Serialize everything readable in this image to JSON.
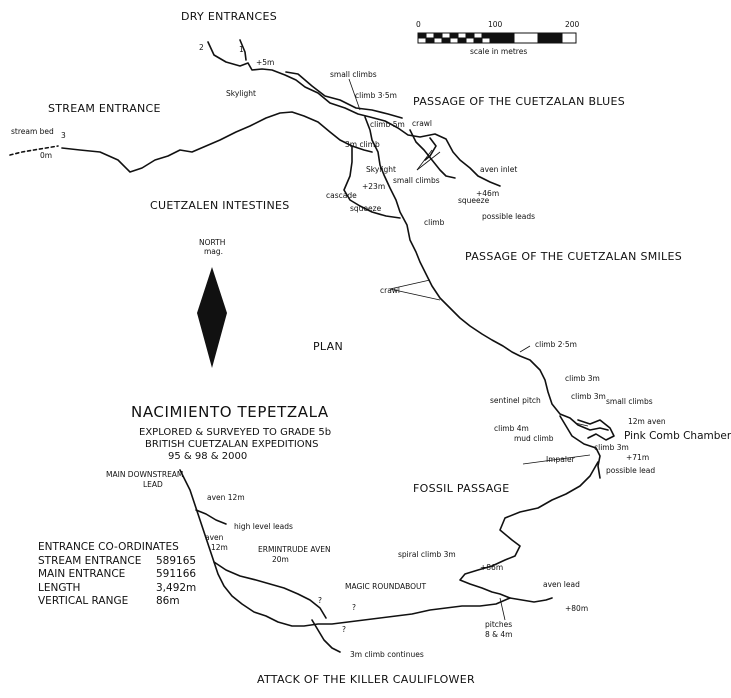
{
  "map": {
    "title": "NACIMIENTO TEPETZALA",
    "subtitle_lines": [
      "EXPLORED & SURVEYED TO GRADE 5b",
      "BRITISH CUETZALAN EXPEDITIONS",
      "95 & 98 & 2000"
    ],
    "plan_label": "PLAN",
    "north_label_1": "NORTH",
    "north_label_2": "mag.",
    "scale": {
      "ticks": [
        "0",
        "100",
        "200"
      ],
      "caption": "scale in metres"
    }
  },
  "coordinates": {
    "heading": "ENTRANCE CO-ORDINATES",
    "rows": [
      {
        "label": "STREAM ENTRANCE",
        "value": "589165"
      },
      {
        "label": "MAIN ENTRANCE",
        "value": "591166"
      },
      {
        "label": "LENGTH",
        "value": "3,492m"
      },
      {
        "label": "VERTICAL RANGE",
        "value": "86m"
      }
    ]
  },
  "passages": {
    "dry_entrances": "DRY ENTRANCES",
    "stream_entrance": "STREAM ENTRANCE",
    "cuetzalan_blues": "PASSAGE OF THE CUETZALAN BLUES",
    "cuetzalen_intestines": "CUETZALEN INTESTINES",
    "cuetzalan_smiles": "PASSAGE OF THE CUETZALAN SMILES",
    "fossil_passage": "FOSSIL PASSAGE",
    "pink_comb_chamber": "Pink Comb Chamber",
    "killer_cauliflower": "ATTACK OF THE KILLER CAULIFLOWER",
    "main_downstream_lead_1": "MAIN DOWNSTREAM",
    "main_downstream_lead_2": "LEAD",
    "erminthrude_aven": "ERMINTRUDE AVEN",
    "erminthrude_depth": "20m",
    "magic_roundabout": "MAGIC ROUNDABOUT"
  },
  "features": {
    "entrance_2": "2",
    "entrance_1": "1",
    "plus5": "+5m",
    "skylight_top": "Skylight",
    "small_climbs_top": "small climbs",
    "climb_3_5": "climb  3·5m",
    "climb_5": "climb 5m",
    "crawl_top": "crawl",
    "three_m_climb": "3m climb",
    "skylight_mid": "Skylight",
    "small_climbs_mid": "small climbs",
    "aven_inlet": "aven inlet",
    "plus46": "+46m",
    "squeeze_right": "squeeze",
    "possible_leads": "possible leads",
    "stream_bed": "stream bed",
    "entrance_3": "3",
    "zero_m": "0m",
    "cascade": "cascade",
    "plus23": "+23m",
    "squeeze_mid": "squeeze",
    "climb_mid": "climb",
    "crawl_mid": "crawl",
    "climb_2_5": "climb 2·5m",
    "climb_3m_a": "climb 3m",
    "sentinel_pitch": "sentinel pitch",
    "climb_3m_b": "climb  3m",
    "small_climbs_right": "small climbs",
    "aven_12_right": "12m aven",
    "climb_4m": "climb 4m",
    "mud_climb": "mud climb",
    "climb_3m_c": "climb 3m",
    "plus71": "+71m",
    "impaler": "Impaler",
    "possible_lead": "possible lead",
    "spiral_climb": "spiral climb 3m",
    "plus86": "+86m",
    "aven_lead": "aven lead",
    "plus80": "+80m",
    "pitches_1": "pitches",
    "pitches_2": "8 & 4m",
    "climb_continues": "3m climb continues",
    "aven_12_left": "aven 12m",
    "high_level_leads": "high level leads",
    "aven_left_1": "aven",
    "aven_left_2": "12m",
    "q1": "?",
    "q2": "?",
    "q3": "?"
  }
}
